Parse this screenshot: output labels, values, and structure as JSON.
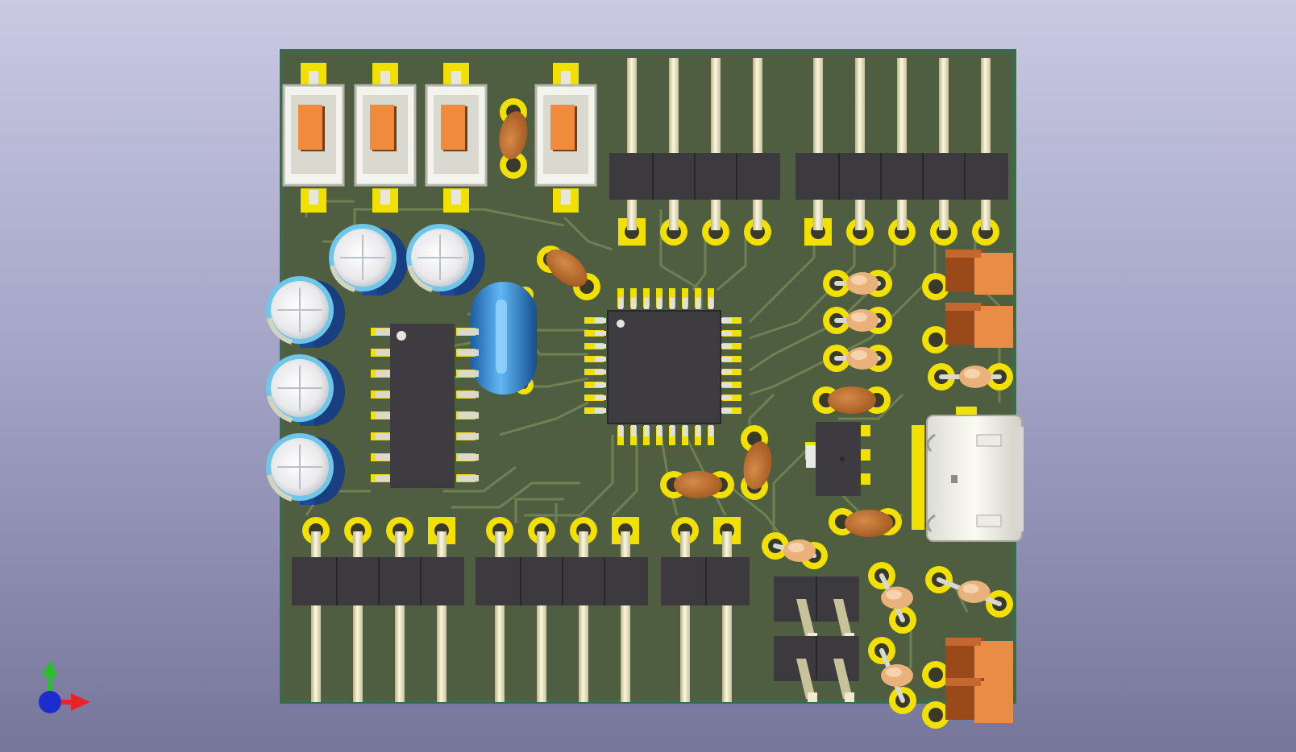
{
  "viewer": {
    "background_top": "#c9c9e3",
    "background_bottom": "#75769a",
    "icons": [
      "axis-x-icon",
      "axis-y-icon",
      "axis-z-icon"
    ]
  },
  "board": {
    "soldermask_color": "#4f5e41",
    "edge_color": "#3f6a49",
    "pad_color": "#f2e100",
    "trace_color": "#6f8153",
    "components": {
      "tactile_switches": 4,
      "header_top_left_pins": 4,
      "header_top_right_pins": 5,
      "header_bottom_1_pins": 4,
      "header_bottom_2_pins": 4,
      "header_bottom_3_pins": 2,
      "jumper_blocks": 2,
      "electrolytic_caps": 5,
      "ceramic_caps": 7,
      "resistors": 8,
      "leds": 4,
      "ic_soic": 1,
      "ic_qfp": 1,
      "regulator": 1,
      "usb_connector": 1
    }
  },
  "axes": {
    "x_color": "#e8242b",
    "y_color": "#2bc02b",
    "z_color": "#1c2ccf"
  }
}
